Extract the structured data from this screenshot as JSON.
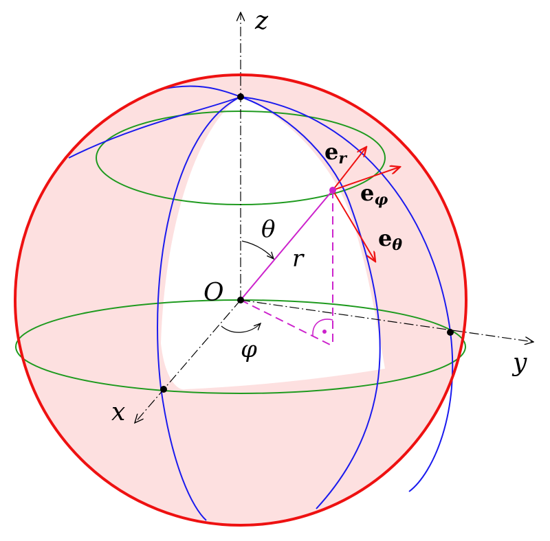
{
  "labels": {
    "z": "z",
    "y": "y",
    "x": "x",
    "origin": "O",
    "theta": "θ",
    "phi": "φ",
    "r": "r"
  },
  "vectors": {
    "er": {
      "base": "e",
      "sub": "r"
    },
    "ephi": {
      "base": "e",
      "sub": "φ"
    },
    "etheta": {
      "base": "e",
      "sub": "θ"
    }
  },
  "colors": {
    "sphere_fill": "#fde0e0",
    "sphere_outline": "#ee1111",
    "meridian": "#1a1aee",
    "latitude": "#1e9a1e",
    "radius": "#cc22cc",
    "vector": "#ee1111",
    "axis": "#000000",
    "point": "#000000"
  }
}
